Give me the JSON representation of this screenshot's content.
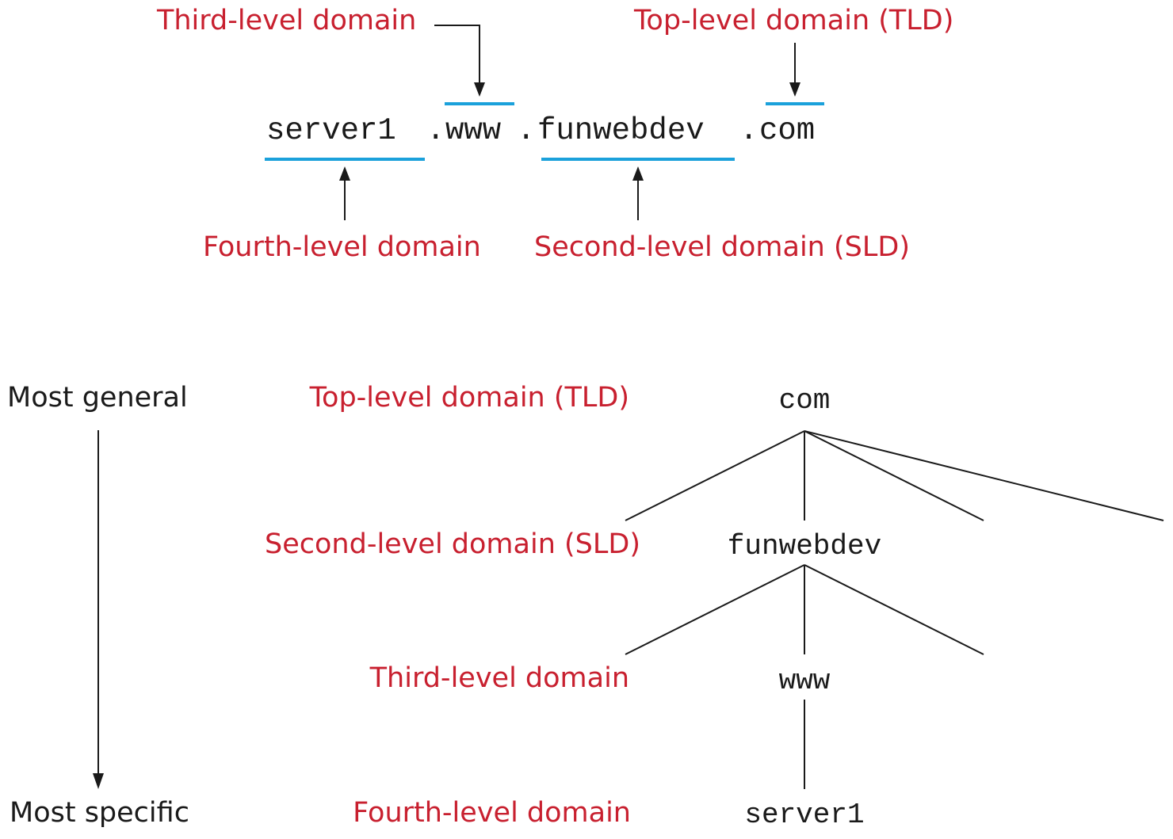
{
  "colors": {
    "label": "#c8202f",
    "text": "#1a1a1a",
    "underline": "#1ba1db",
    "line": "#1a1a1a"
  },
  "top": {
    "third_level": "Third-level domain",
    "top_level": "Top-level domain (TLD)",
    "fourth_level": "Fourth-level domain",
    "second_level": "Second-level domain (SLD)",
    "address": {
      "part1": "server1",
      "dot1": ".",
      "part2": "www",
      "dot2": ".",
      "part3": "funwebdev",
      "dot3": ".",
      "part4": "com"
    }
  },
  "bottom": {
    "most_general": "Most general",
    "most_specific": "Most specific",
    "levels": [
      {
        "label": "Top-level domain (TLD)",
        "node": "com"
      },
      {
        "label": "Second-level domain (SLD)",
        "node": "funwebdev"
      },
      {
        "label": "Third-level domain",
        "node": "www"
      },
      {
        "label": "Fourth-level domain",
        "node": "server1"
      }
    ]
  }
}
